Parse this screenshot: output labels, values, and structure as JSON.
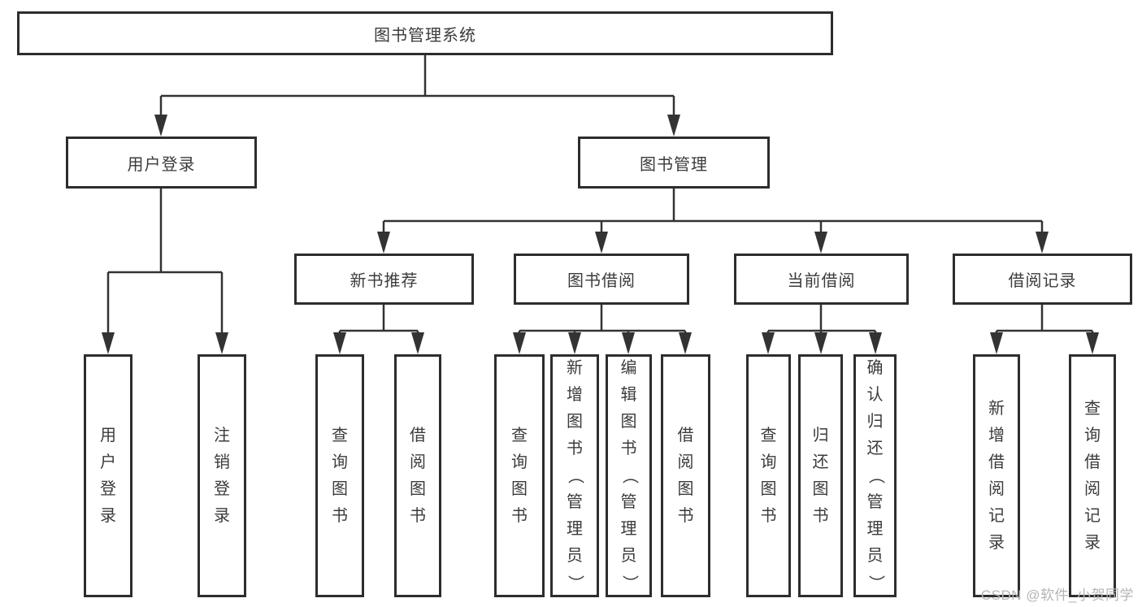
{
  "tree": {
    "label": "图书管理系统",
    "children": [
      {
        "label": "用户登录",
        "children": [
          {
            "label": "用户登录"
          },
          {
            "label": "注销登录"
          }
        ]
      },
      {
        "label": "图书管理",
        "children": [
          {
            "label": "新书推荐",
            "children": [
              {
                "label": "查询图书"
              },
              {
                "label": "借阅图书"
              }
            ]
          },
          {
            "label": "图书借阅",
            "children": [
              {
                "label": "查询图书"
              },
              {
                "label": "新增图书（管理员）"
              },
              {
                "label": "编辑图书（管理员）"
              },
              {
                "label": "借阅图书"
              }
            ]
          },
          {
            "label": "当前借阅",
            "children": [
              {
                "label": "查询图书"
              },
              {
                "label": "归还图书"
              },
              {
                "label": "确认归还（管理员）"
              }
            ]
          },
          {
            "label": "借阅记录",
            "children": [
              {
                "label": "新增借阅记录"
              },
              {
                "label": "查询借阅记录"
              }
            ]
          }
        ]
      }
    ]
  },
  "watermark": {
    "text": "CSDN @软件_小贺同学"
  },
  "colors": {
    "line": "#333333",
    "box_border": "#2d2d2d",
    "text": "#3b3b3b",
    "watermark": "#b5b5b5",
    "background": "#ffffff"
  }
}
